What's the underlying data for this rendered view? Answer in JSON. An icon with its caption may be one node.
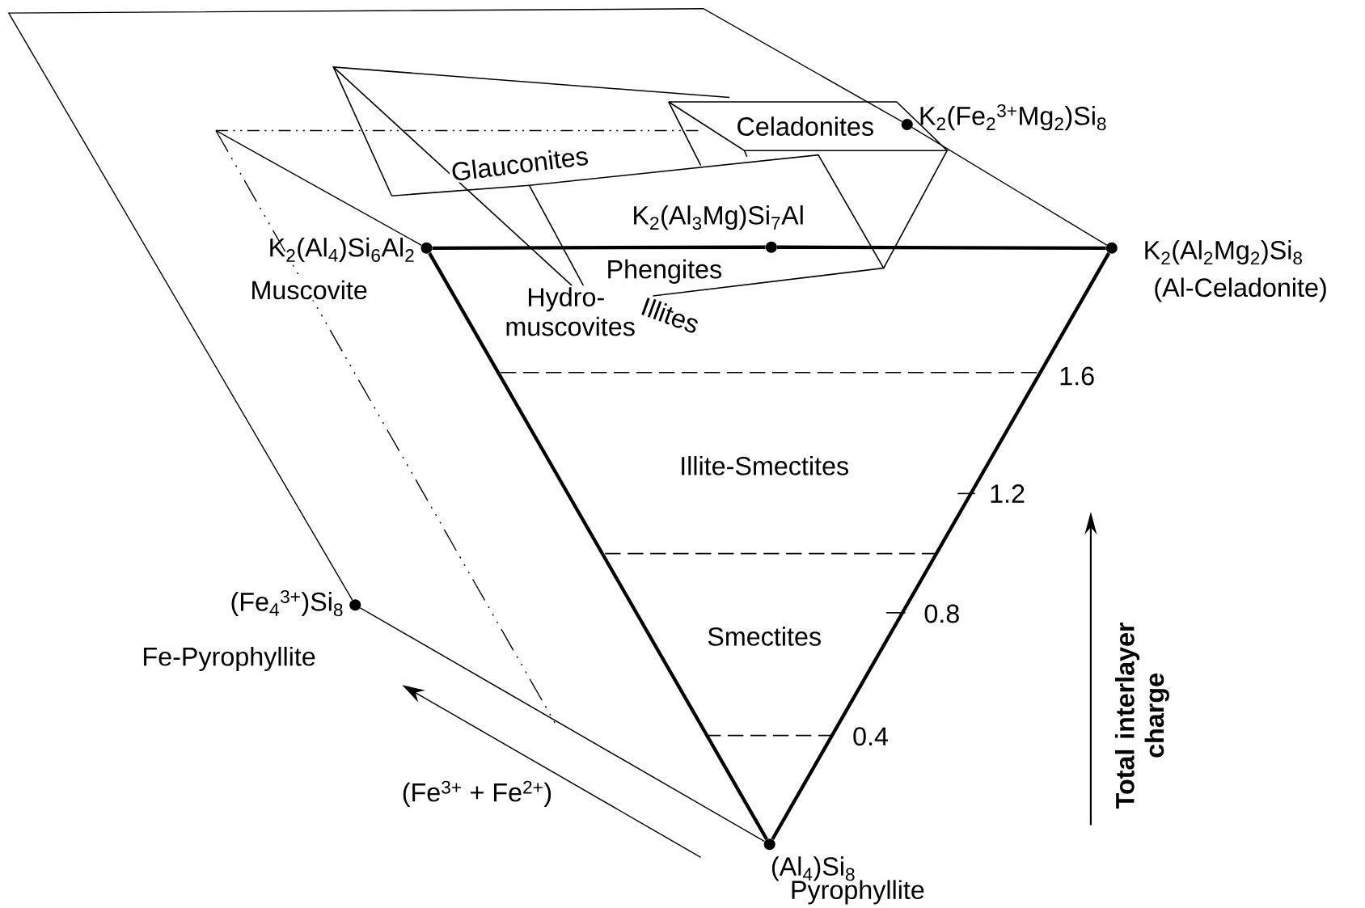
{
  "diagram": {
    "nodes": [
      {
        "text": [
          "K$_{2}$(Fe$_{2}$$^{3+}$Mg$_{2}$)Si$_{8}$"
        ]
      },
      {
        "text": [
          "K$_{2}$(Al$_{4}$)Si$_{6}$Al$_{2}$",
          "Muscovite"
        ]
      },
      {
        "text": [
          "K$_{2}$(Al$_{3}$Mg)Si$_{7}$Al"
        ]
      },
      {
        "text": [
          "K$_{2}$(Al$_{2}$Mg$_{2}$)Si$_{8}$",
          "(Al-Celadonite)"
        ]
      },
      {
        "text": [
          "(Fe$_{4}$$^{3+}$)Si$_{8}$",
          "Fe-Pyrophyllite"
        ]
      },
      {
        "text": [
          "(Al$_{4}$)Si$_{8}$",
          "Pyrophyllite"
        ]
      }
    ],
    "edges": [
      {
        "from": 1,
        "to": 2,
        "arrow": "none",
        "style": "thick"
      },
      {
        "from": 2,
        "to": 3,
        "arrow": "none",
        "style": "thick"
      },
      {
        "from": 1,
        "to": 5,
        "arrow": "none",
        "style": "thick"
      },
      {
        "from": 3,
        "to": 5,
        "arrow": "none",
        "style": "thick"
      },
      {
        "from": 3,
        "to": 0,
        "arrow": "none"
      },
      {
        "from": 5,
        "to": 4,
        "arrow": "none"
      },
      {
        "from": 4,
        "to": 0,
        "arrow": "none"
      },
      {
        "from": null,
        "to": 1,
        "arrow": "none"
      }
    ],
    "labels": [
      "Celadonites",
      "Glauconites",
      "Phengites",
      "Hydro- muscovites",
      "Illites",
      "1.6",
      "Illite-Smectites",
      "1.2",
      "0.8",
      "Smectites",
      "0.4",
      "Total interlayer charge",
      "(Fe$^{3+}$ + Fe$^{2+}$)"
    ]
  }
}
